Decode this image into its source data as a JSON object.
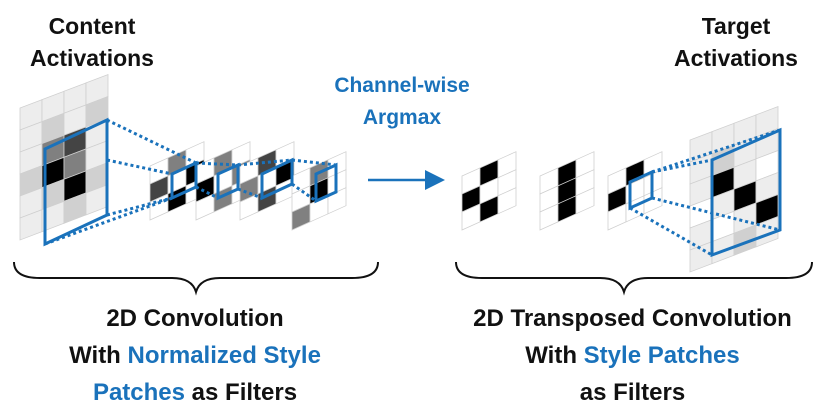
{
  "colors": {
    "accent": "#1a72bb",
    "text": "#111111",
    "dark_cell": "#000000",
    "mid_cell": "#444444",
    "gray_cell": "#808080",
    "light_cell": "#d0d0d0",
    "faint_cell": "#ededed"
  },
  "labels": {
    "content_line1": "Content",
    "content_line2": "Activations",
    "target_line1": "Target",
    "target_line2": "Activations",
    "argmax_line1": "Channel-wise",
    "argmax_line2": "Argmax"
  },
  "conv": {
    "line1": "2D Convolution",
    "line2_a": "With ",
    "line2_b": "Normalized Style",
    "line3_a": "Patches",
    "line3_b": " as Filters"
  },
  "tconv": {
    "line1": "2D Transposed Convolution",
    "line2_a": "With ",
    "line2_b": "Style Patches",
    "line3": "as Filters"
  }
}
